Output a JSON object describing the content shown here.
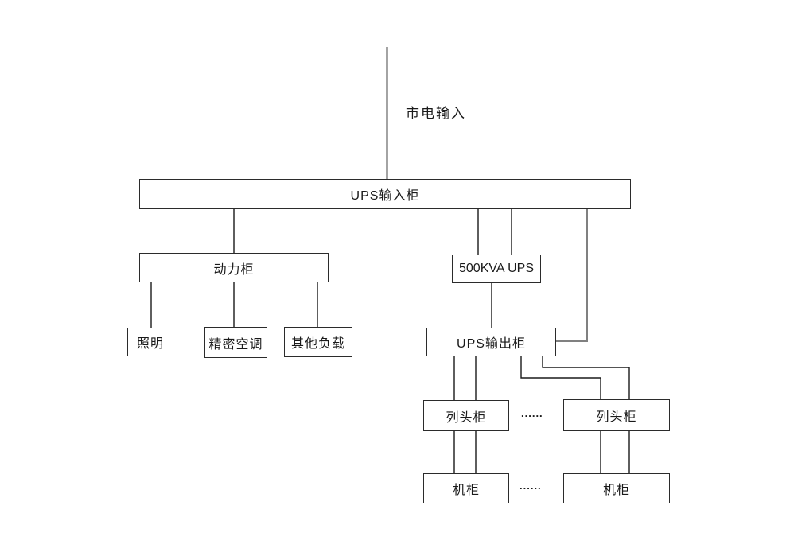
{
  "diagram": {
    "mains_label": "市电输入",
    "nodes": {
      "ups_input": "UPS输入柜",
      "power_cabinet": "动力柜",
      "lighting": "照明",
      "precision_ac": "精密空调",
      "other_loads": "其他负载",
      "ups_500kva": "500KVA UPS",
      "ups_output": "UPS输出柜",
      "row_head_left": "列头柜",
      "row_head_right": "列头柜",
      "rack_left": "机柜",
      "rack_right": "机柜"
    },
    "ellipsis": "......",
    "colors": {
      "line": "#1a1a1a",
      "bypass_line": "#808080",
      "border": "#2b2b2b",
      "background": "#ffffff",
      "text": "#1a1a1a"
    }
  }
}
